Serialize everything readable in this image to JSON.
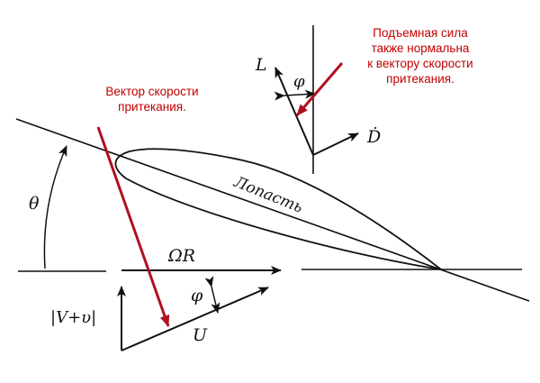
{
  "labels": {
    "theta": "θ",
    "omega_r": "ΩR",
    "v_plus_v": "|V+υ|",
    "phi_lower": "φ",
    "u": "U",
    "l": "L",
    "phi_upper": "φ",
    "d": "Ḋ",
    "blade": "Лопасть"
  },
  "annotations": {
    "velocity_vector": {
      "lines": [
        "Вектор скорости",
        "притекания."
      ]
    },
    "lift_note": {
      "lines": [
        "Подъемная сила",
        "также нормальна",
        "к вектору скорости",
        "притекания."
      ]
    }
  },
  "colors": {
    "ink": "#111111",
    "annotation": "#c00000",
    "arrow_red": "#b01020"
  }
}
